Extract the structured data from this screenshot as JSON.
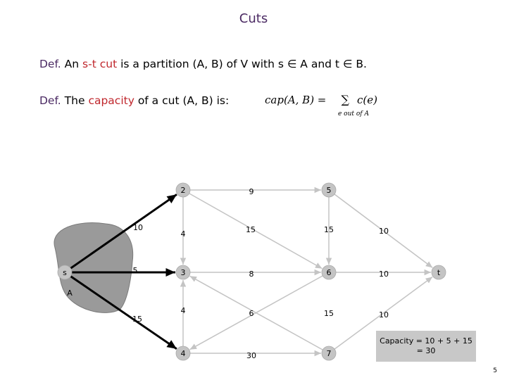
{
  "title": "Cuts",
  "def1": {
    "lead": "Def.",
    "pre": "An",
    "highlight": "s-t cut",
    "post": "is a partition (A, B) of V with s ∈ A and t ∈ B."
  },
  "def2": {
    "lead": "Def.",
    "pre": "The",
    "highlight": "capacity",
    "post": "of a cut (A, B) is:"
  },
  "formula": {
    "lhs": "cap(A, B) =",
    "sum": "∑",
    "term": "c(e)",
    "sub": "e out of A"
  },
  "graph": {
    "nodes": [
      {
        "id": "s",
        "label": "s"
      },
      {
        "id": "n2",
        "label": "2"
      },
      {
        "id": "n3",
        "label": "3"
      },
      {
        "id": "n4",
        "label": "4"
      },
      {
        "id": "n5",
        "label": "5"
      },
      {
        "id": "n6",
        "label": "6"
      },
      {
        "id": "n7",
        "label": "7"
      },
      {
        "id": "t",
        "label": "t"
      }
    ],
    "edges": [
      {
        "from": "s",
        "to": "n2",
        "capacity": "10",
        "cut": true
      },
      {
        "from": "s",
        "to": "n3",
        "capacity": "5",
        "cut": true
      },
      {
        "from": "s",
        "to": "n4",
        "capacity": "15",
        "cut": true
      },
      {
        "from": "n2",
        "to": "n5",
        "capacity": "9",
        "cut": false
      },
      {
        "from": "n2",
        "to": "n3",
        "capacity": "4",
        "cut": false
      },
      {
        "from": "n2",
        "to": "n6",
        "capacity": "15",
        "cut": false
      },
      {
        "from": "n3",
        "to": "n6",
        "capacity": "8",
        "cut": false
      },
      {
        "from": "n4",
        "to": "n3",
        "capacity": "4",
        "cut": false
      },
      {
        "from": "n6",
        "to": "n4",
        "capacity": "6",
        "cut": false
      },
      {
        "from": "n4",
        "to": "n7",
        "capacity": "30",
        "cut": false
      },
      {
        "from": "n5",
        "to": "n6",
        "capacity": "15",
        "cut": false
      },
      {
        "from": "n7",
        "to": "n3",
        "capacity": "15",
        "cut": false
      },
      {
        "from": "n5",
        "to": "t",
        "capacity": "10",
        "cut": false
      },
      {
        "from": "n6",
        "to": "t",
        "capacity": "10",
        "cut": false
      },
      {
        "from": "n7",
        "to": "t",
        "capacity": "10",
        "cut": false
      }
    ],
    "cut_region_label": "A"
  },
  "caption": {
    "line1": "Capacity = 10 + 5 + 15",
    "line2": "= 30"
  },
  "page_number": "5",
  "colors": {
    "title": "#4b2a63",
    "highlight": "#c0272d",
    "region": "#9a9a9a",
    "node_fill": "#c4c4c4",
    "cut_edge": "#000000",
    "edge": "#c4c4c4",
    "caption_bg": "#c8c8c8"
  }
}
